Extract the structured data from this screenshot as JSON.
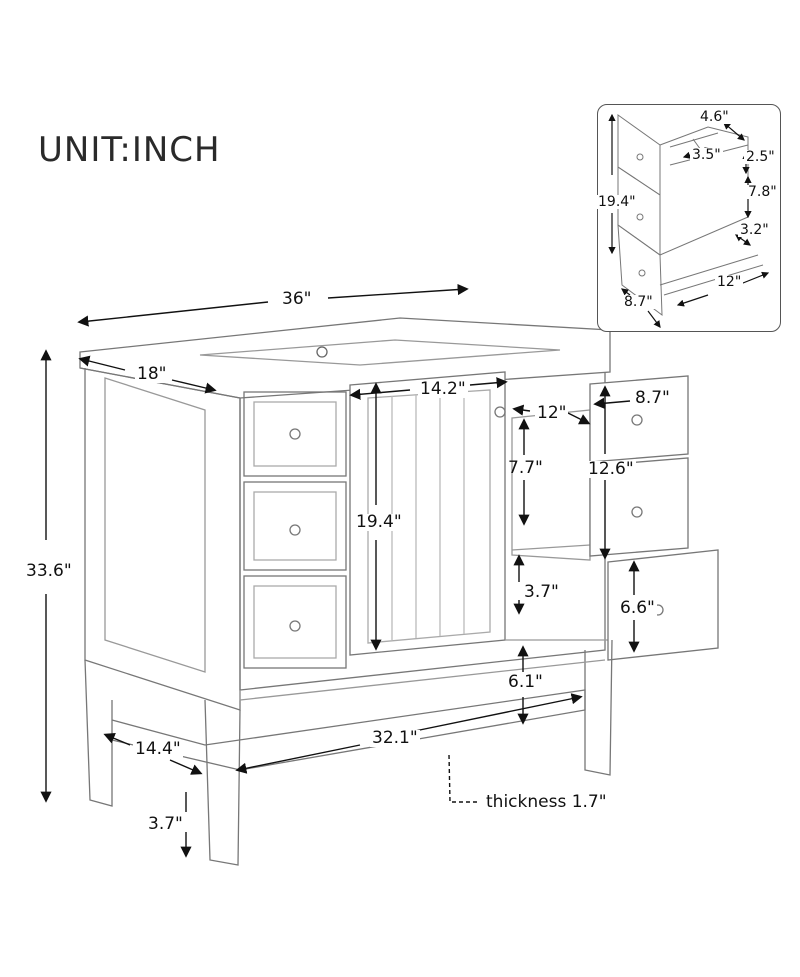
{
  "header": {
    "unit_label": "UNIT:INCH"
  },
  "main_view": {
    "dimensions": {
      "overall_width": "36\"",
      "overall_depth": "18\"",
      "overall_height": "33.6\"",
      "door_width": "14.2\"",
      "door_height": "19.4\"",
      "drawer_depth": "12\"",
      "drawer_front_width": "8.7\"",
      "drawer_interior_height": "7.7\"",
      "drawer_stack_height": "12.6\"",
      "bottom_drawer_interior_height": "3.7\"",
      "bottom_drawer_front_height": "6.6\"",
      "shelf_clearance": "6.1\"",
      "shelf_width": "32.1\"",
      "shelf_depth": "14.4\"",
      "leg_height": "3.7\"",
      "shelf_thickness": "thickness 1.7\""
    }
  },
  "inset_view": {
    "dimensions": {
      "compartment_width": "4.6\"",
      "divider_spacing": "3.5\"",
      "top_tray_height": "2.5\"",
      "middle_height": "7.8\"",
      "bottom_tray_depth": "3.2\"",
      "drawer_stack_height": "19.4\"",
      "drawer_depth": "12\"",
      "drawer_front_width": "8.7\""
    }
  }
}
